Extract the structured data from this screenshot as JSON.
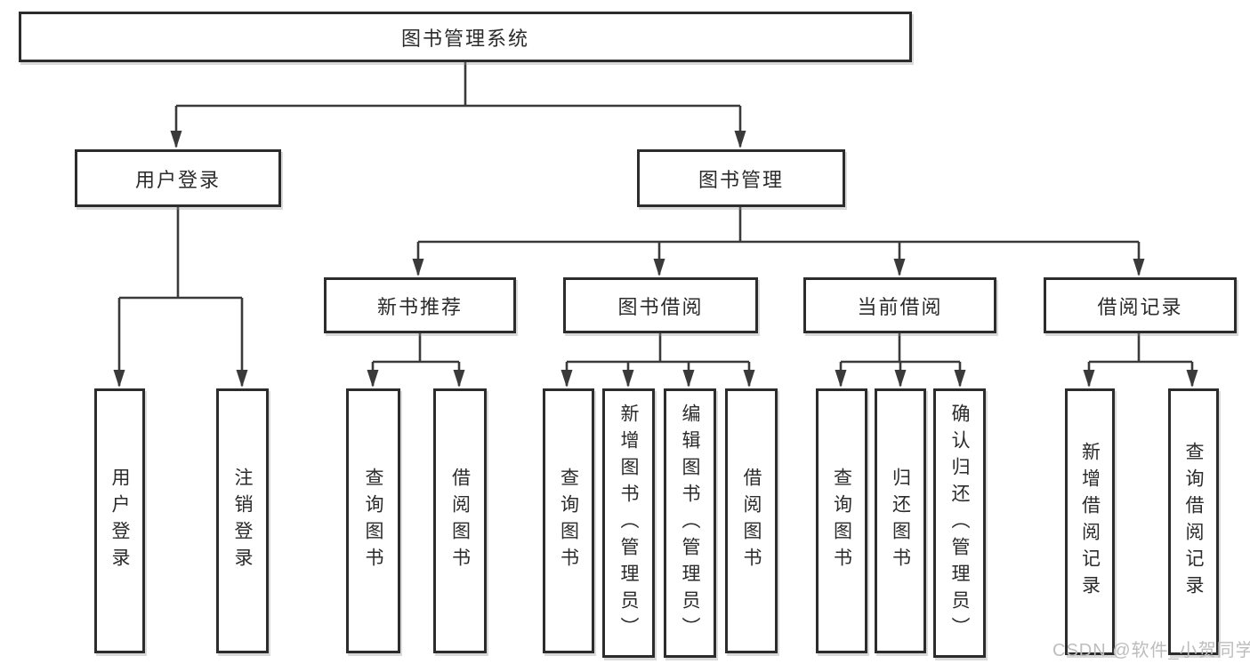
{
  "diagram": {
    "title": "图书管理系统",
    "root": {
      "label": "图书管理系统"
    },
    "branches": [
      {
        "label": "用户登录",
        "children": [
          {
            "label": "用户登录"
          },
          {
            "label": "注销登录"
          }
        ]
      },
      {
        "label": "图书管理",
        "children": [
          {
            "label": "新书推荐",
            "children": [
              {
                "label": "查询图书"
              },
              {
                "label": "借阅图书"
              }
            ]
          },
          {
            "label": "图书借阅",
            "children": [
              {
                "label": "查询图书"
              },
              {
                "label": "新增图书（管理员）"
              },
              {
                "label": "编辑图书（管理员）"
              },
              {
                "label": "借阅图书"
              }
            ]
          },
          {
            "label": "当前借阅",
            "children": [
              {
                "label": "查询图书"
              },
              {
                "label": "归还图书"
              },
              {
                "label": "确认归还（管理员）"
              }
            ]
          },
          {
            "label": "借阅记录",
            "children": [
              {
                "label": "新增借阅记录"
              },
              {
                "label": "查询借阅记录"
              }
            ]
          }
        ]
      }
    ]
  },
  "watermark": {
    "text": "CSDN @软件_小贺同学"
  },
  "colors": {
    "background": "#ffffff",
    "line": "#3a3a3a",
    "box_border": "#2c2c2c",
    "box_fill": "#ffffff",
    "text": "#2b2b2b",
    "watermark": "#bdbdbd"
  }
}
